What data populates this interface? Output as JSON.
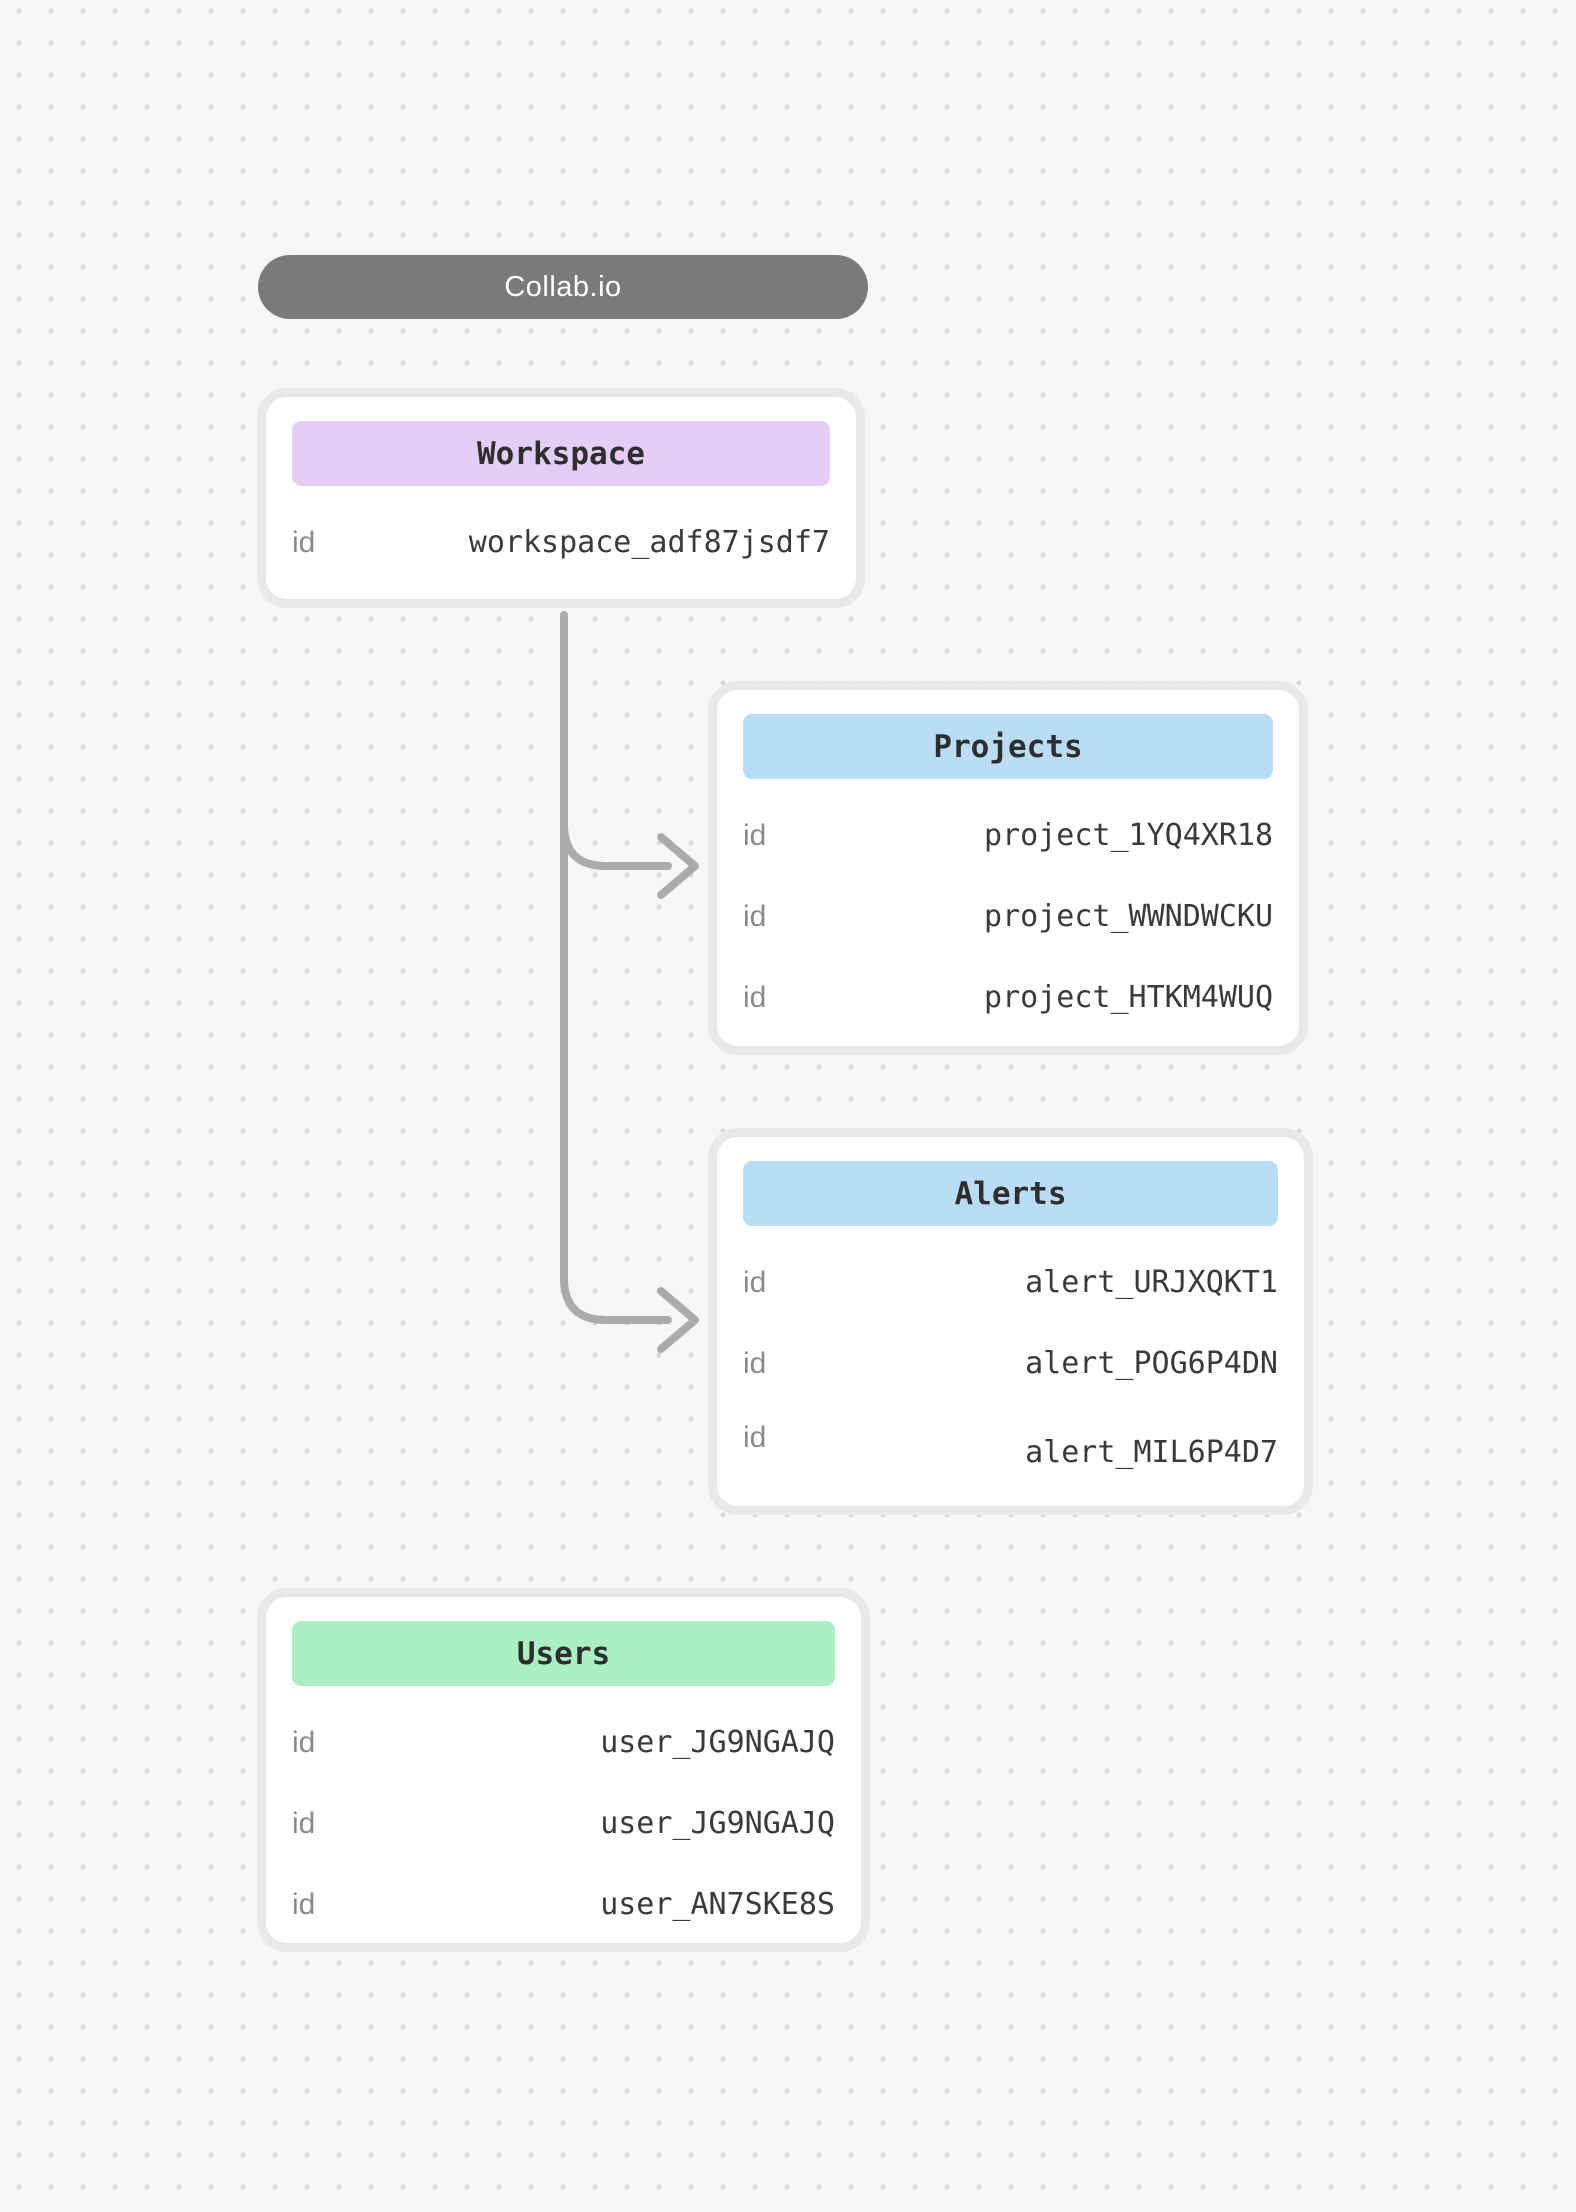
{
  "app": {
    "title": "Collab.io"
  },
  "colors": {
    "pill_bg": "#7a7a7a",
    "workspace_header": "#e3cef7",
    "projects_header": "#b9ddf6",
    "alerts_header": "#b9ddf6",
    "users_header": "#aaf0c2",
    "connector": "#ababab",
    "card_border": "#e9e9e9",
    "canvas_bg": "#f7f7f7"
  },
  "entities": {
    "workspace": {
      "title": "Workspace",
      "rows": [
        {
          "label": "id",
          "value": "workspace_adf87jsdf7"
        }
      ]
    },
    "projects": {
      "title": "Projects",
      "rows": [
        {
          "label": "id",
          "value": "project_1YQ4XR18"
        },
        {
          "label": "id",
          "value": "project_WWNDWCKU"
        },
        {
          "label": "id",
          "value": "project_HTKM4WUQ"
        }
      ]
    },
    "alerts": {
      "title": "Alerts",
      "rows": [
        {
          "label": "id",
          "value": "alert_URJXQKT1"
        },
        {
          "label": "id",
          "value": "alert_POG6P4DN"
        },
        {
          "label": "id",
          "value": "alert_MIL6P4D7"
        }
      ]
    },
    "users": {
      "title": "Users",
      "rows": [
        {
          "label": "id",
          "value": "user_JG9NGAJQ"
        },
        {
          "label": "id",
          "value": "user_JG9NGAJQ"
        },
        {
          "label": "id",
          "value": "user_AN7SKE8S"
        }
      ]
    }
  },
  "connections": [
    {
      "from": "workspace",
      "to": "projects"
    },
    {
      "from": "workspace",
      "to": "alerts"
    }
  ]
}
